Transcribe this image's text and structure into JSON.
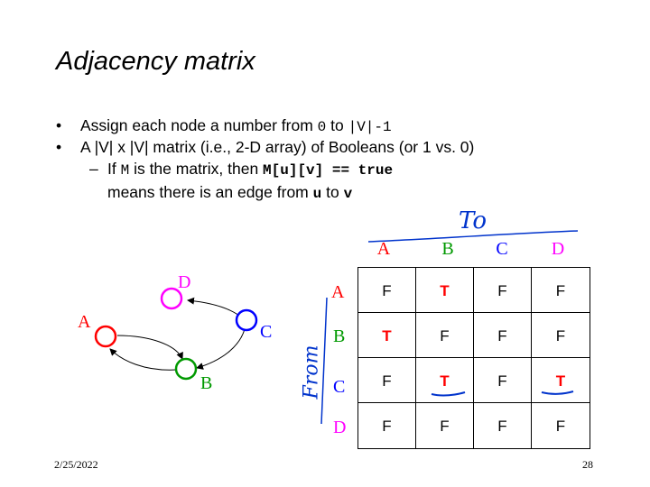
{
  "title": "Adjacency matrix",
  "bullet1": {
    "pre": "Assign each node a number from ",
    "code1": "0",
    "mid": " to ",
    "code2": "|V|-1"
  },
  "bullet2": {
    "text": "A |V| x |V| matrix (i.e., 2-D array) of Booleans (or 1 vs. 0)"
  },
  "sub1": {
    "pre": "If ",
    "code1": "M",
    "mid": " is the matrix, then ",
    "code2": "M[u][v] == true"
  },
  "sub2": {
    "pre": "means there is an edge from ",
    "code1": "u",
    "mid": " to ",
    "code2": "v"
  },
  "bullet_glyph": "•",
  "dash_glyph": "–",
  "matrix": {
    "col_labels": [
      "A",
      "B",
      "C",
      "D"
    ],
    "row_labels": [
      "A",
      "B",
      "C",
      "D"
    ],
    "cells": [
      [
        "F",
        "T",
        "F",
        "F"
      ],
      [
        "T",
        "F",
        "F",
        "F"
      ],
      [
        "F",
        "T",
        "F",
        "T"
      ],
      [
        "F",
        "F",
        "F",
        "F"
      ]
    ]
  },
  "annotations": {
    "to": "To",
    "from": "From"
  },
  "graph_labels": {
    "a": "A",
    "b": "B",
    "c": "C",
    "d": "D"
  },
  "colors": {
    "A": "#ff0000",
    "B": "#009900",
    "C": "#0000ff",
    "D": "#ff00ff",
    "ink": "#0033cc"
  },
  "footer": {
    "date": "2/25/2022",
    "page": "28"
  }
}
